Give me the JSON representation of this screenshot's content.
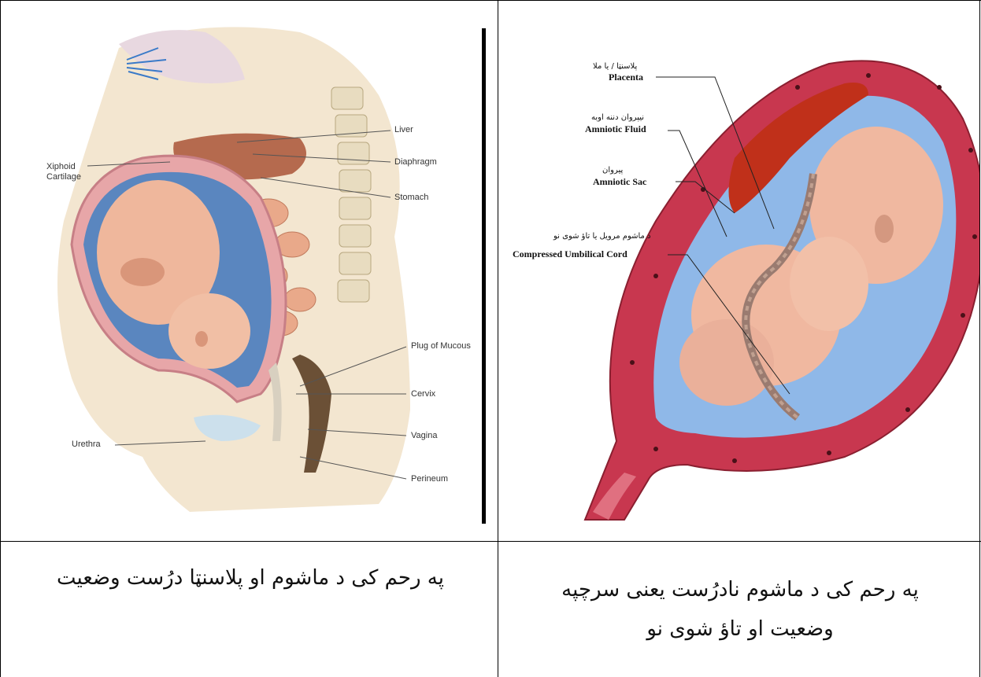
{
  "left_figure": {
    "labels": {
      "liver": "Liver",
      "diaphragm": "Diaphragm",
      "stomach": "Stomach",
      "xiphoid": "Xiphoid",
      "cartilage": "Cartilage",
      "plug": "Plug of Mucous",
      "cervix": "Cervix",
      "vagina": "Vagina",
      "urethra": "Urethra",
      "perineum": "Perineum"
    },
    "caption": "په رحم کی د ماشوم او پلاسنټا درُست وضعیت"
  },
  "right_figure": {
    "labels": {
      "placenta_ps": "پلاسنټا / یا ملا",
      "placenta_en": "Placenta",
      "fluid_ps": "نیپروان دننه اوبه",
      "fluid_en": "Amniotic Fluid",
      "sac_ps": "پیروان",
      "sac_en": "Amniotic Sac",
      "cord_ps": "د ماشوم مرویل یا تاؤ شوی نو",
      "cord_en": "Compressed Umbilical Cord"
    },
    "caption_line1": "په رحم کی د ماشوم نادرُست یعنی سرچپه",
    "caption_line2": "وضعیت او تاؤ شوی نو"
  },
  "colors": {
    "uterus": "#c8374f",
    "fluid": "#8fb8e8",
    "skin": "#f0b8a0",
    "placenta": "#c0301a"
  }
}
